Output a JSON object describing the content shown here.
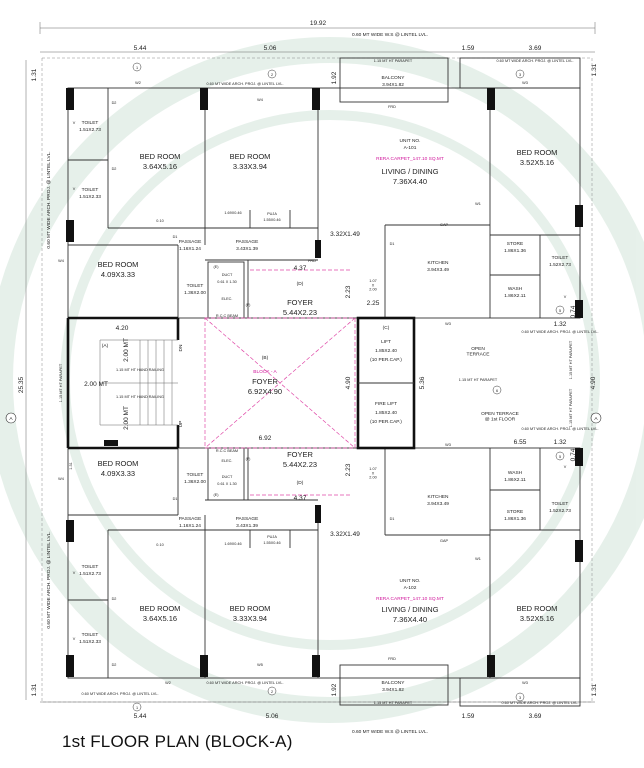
{
  "title": "1st FLOOR PLAN (BLOCK-A)",
  "overall": {
    "width": "19.92",
    "height": "25.35"
  },
  "dims": {
    "top_left": "5.44",
    "top_mid": "5.06",
    "top_r1": "1.59",
    "top_r2": "3.69",
    "bot_left": "5.44",
    "bot_mid": "5.06",
    "bot_r1": "1.59",
    "bot_r2": "3.69",
    "edge_131": "1.31",
    "edge_192": "1.92",
    "dim_420": "4.20",
    "dim_200": "2.00 MT",
    "dim_437": "4.37",
    "dim_223": "2.23",
    "dim_225": "2.25",
    "dim_490": "4.90",
    "dim_536": "5.36",
    "dim_692": "6.92",
    "dim_655": "6.55",
    "dim_132": "1.32",
    "dim_074": "0.74",
    "dim_332": "3.32X1.49"
  },
  "notes": {
    "ws_top": "0.60 MT WIDE W.S @ LINTEL LVL.",
    "ws_bot": "0.60 MT WIDE W.S @ LINTEL LVL.",
    "arch_proj": "0.60 MT WIDE ARCH. PROJ. @ LINTEL LVL.",
    "arch_proj_left": "0.60 MT WIDE ARCH. PROJ. @ LINTEL LVL.",
    "parapet": "1.15 MT HT PARAPET",
    "handrail": "1.15 MT HT HAND RAILING"
  },
  "grid": {
    "left": "A",
    "right": "A",
    "g1": "1",
    "g2": "2",
    "g3": "3",
    "g4": "4",
    "g5": "5",
    "g6": "6"
  },
  "rooms": [
    {
      "name": "BED ROOM",
      "size": "3.64X5.16"
    },
    {
      "name": "BED ROOM",
      "size": "3.33X3.94"
    },
    {
      "name": "BED ROOM",
      "size": "3.52X5.16"
    },
    {
      "name": "BED ROOM",
      "size": "4.09X3.33"
    },
    {
      "name": "BALCONY",
      "size": "3.94X1.82"
    },
    {
      "name": "TOILET",
      "size": "1.51X2.73"
    },
    {
      "name": "TOILET",
      "size": "1.51X2.33"
    },
    {
      "name": "TOILET",
      "size": "1.36X2.00"
    },
    {
      "name": "TOILET",
      "size": "1.52X2.73"
    },
    {
      "name": "PASSAGE",
      "size": "1.16X1.24"
    },
    {
      "name": "PASSAGE",
      "size": "3.43X1.39"
    },
    {
      "name": "PUJA",
      "size": "1.55X0.46"
    },
    {
      "name": "KITCHEN",
      "size": "3.94X3.49"
    },
    {
      "name": "STORE",
      "size": "1.86X1.36"
    },
    {
      "name": "WASH",
      "size": "1.86X2.11"
    },
    {
      "name": "FOYER",
      "size": "5.44X2.23"
    },
    {
      "name": "FOYER",
      "size": "6.92X4.90"
    },
    {
      "name": "LIFT",
      "size": "1.85X2.40"
    },
    {
      "name": "FIRE LIFT",
      "size": "1.85X2.40"
    },
    {
      "name": "LIVING / DINING",
      "size": "7.36X4.40"
    }
  ],
  "units": [
    {
      "label": "UNIT NO.",
      "no": "A-101",
      "rera": "RERA CARPET_147.10 SQ.MT"
    },
    {
      "label": "UNIT NO.",
      "no": "A-102",
      "rera": "RERA CARPET_147.10 SQ.MT"
    }
  ],
  "labels": {
    "block": "BLOCK - A",
    "b": "(B)",
    "a": "(A)",
    "c": "(C)",
    "d": "(D)",
    "e": "(E)",
    "f": "(F)",
    "up": "UP",
    "dn": "DN",
    "gap": "GAP",
    "frd": "FRD",
    "capacity": "(10 PER.CAP.)",
    "open_terrace": "OPEN\nTERRACE",
    "open_terrace_1": "OPEN TERRACE\n@ 1st FLOOR",
    "duct": "DUCT",
    "duct_size": "0.61 X 1.30",
    "elec": "ELEC.",
    "rc_beam": "R.C.C BEAM",
    "w1": "W1",
    "w2": "W2",
    "w3": "W3",
    "w4": "W4",
    "w5": "W5",
    "d1": "D1",
    "d2": "D2",
    "v": "V",
    "sixteen": "1.69X0.46",
    "x107": "1.07\nX\n2.00",
    "dim_010": "0.10"
  }
}
